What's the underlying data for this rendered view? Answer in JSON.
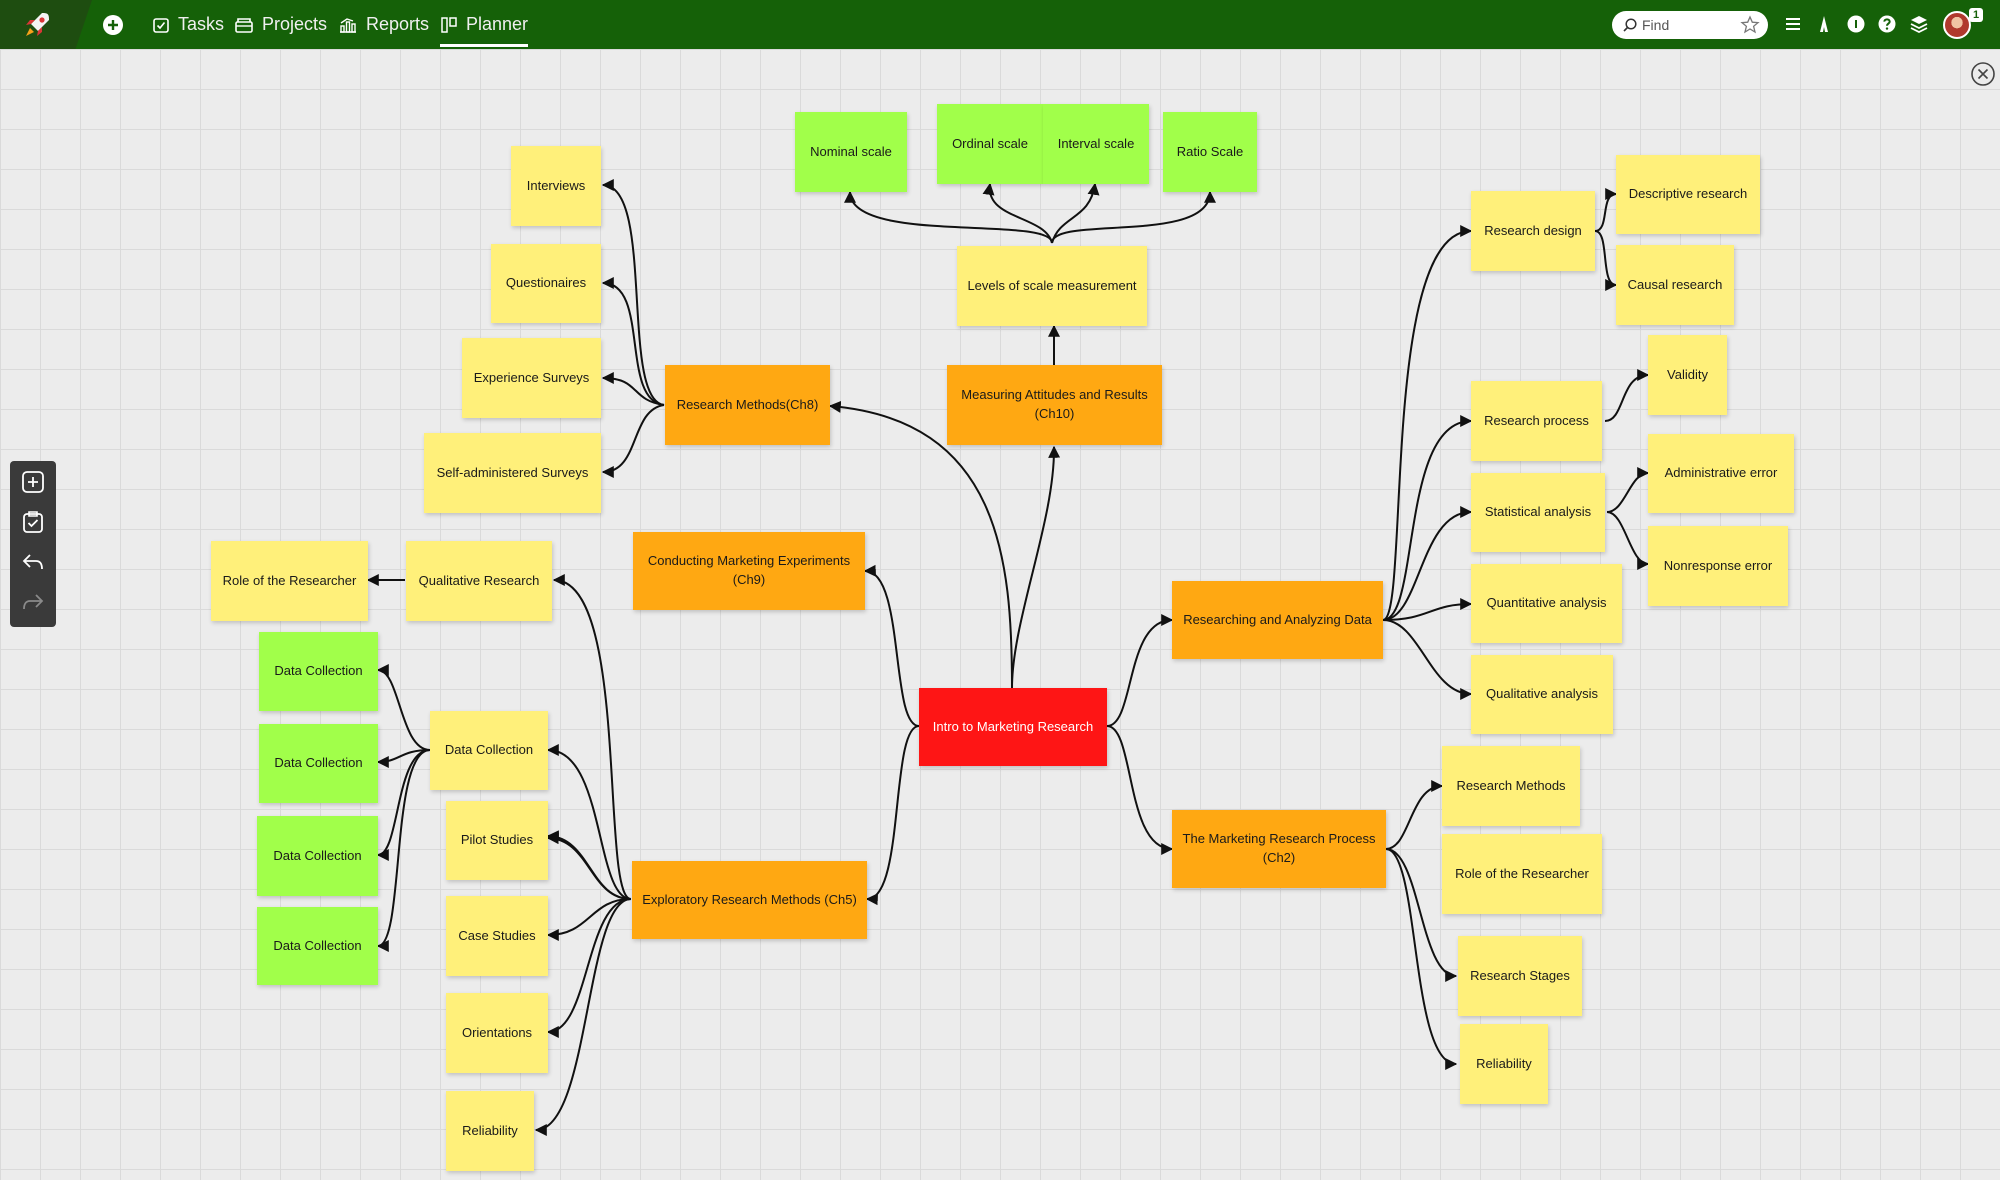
{
  "nav": {
    "tasks": "Tasks",
    "projects": "Projects",
    "reports": "Reports",
    "planner": "Planner",
    "active": "planner"
  },
  "search": {
    "placeholder": "Find"
  },
  "user": {
    "badge": "1"
  },
  "colors": {
    "topbar": "#156108",
    "yellow": "#fff07a",
    "green": "#a1ff4a",
    "orange": "#ffa812",
    "red": "#fe1515"
  },
  "mindmap": {
    "root": "Intro to Marketing Research",
    "nodes": {
      "ch8": "Research Methods(Ch8)",
      "ch10": "Measuring Attitudes and Results (Ch10)",
      "ch9": "Conducting Marketing Experiments (Ch9)",
      "ch5": "Exploratory Research Methods (Ch5)",
      "analyzing": "Researching and Analyzing Data",
      "ch2": "The Marketing Research Process (Ch2)",
      "levels": "Levels of scale measurement",
      "nominal": "Nominal scale",
      "ordinal": "Ordinal scale",
      "interval": "Interval scale",
      "ratio": "Ratio Scale",
      "interviews": "Interviews",
      "questionaires": "Questionaires",
      "experience": "Experience Surveys",
      "selfadmin": "Self-administered Surveys",
      "qualitative_research": "Qualitative Research",
      "role_researcher_left": "Role of the Researcher",
      "data_collection_main": "Data Collection",
      "dc1": "Data Collection",
      "dc2": "Data Collection",
      "dc3": "Data Collection",
      "dc4": "Data Collection",
      "pilot": "Pilot Studies",
      "case": "Case Studies",
      "orientations": "Orientations",
      "reliability_left": "Reliability",
      "research_design": "Research design",
      "descriptive": "Descriptive research",
      "causal": "Causal research",
      "research_process": "Research process",
      "validity": "Validity",
      "statistical": "Statistical analysis",
      "admin_error": "Administrative error",
      "nonresponse": "Nonresponse error",
      "quantitative": "Quantitative analysis",
      "qualitative_analysis": "Qualitative analysis",
      "research_methods_right": "Research Methods",
      "role_researcher_right": "Role of the Researcher",
      "stages": "Research Stages",
      "reliability_right": "Reliability"
    }
  }
}
